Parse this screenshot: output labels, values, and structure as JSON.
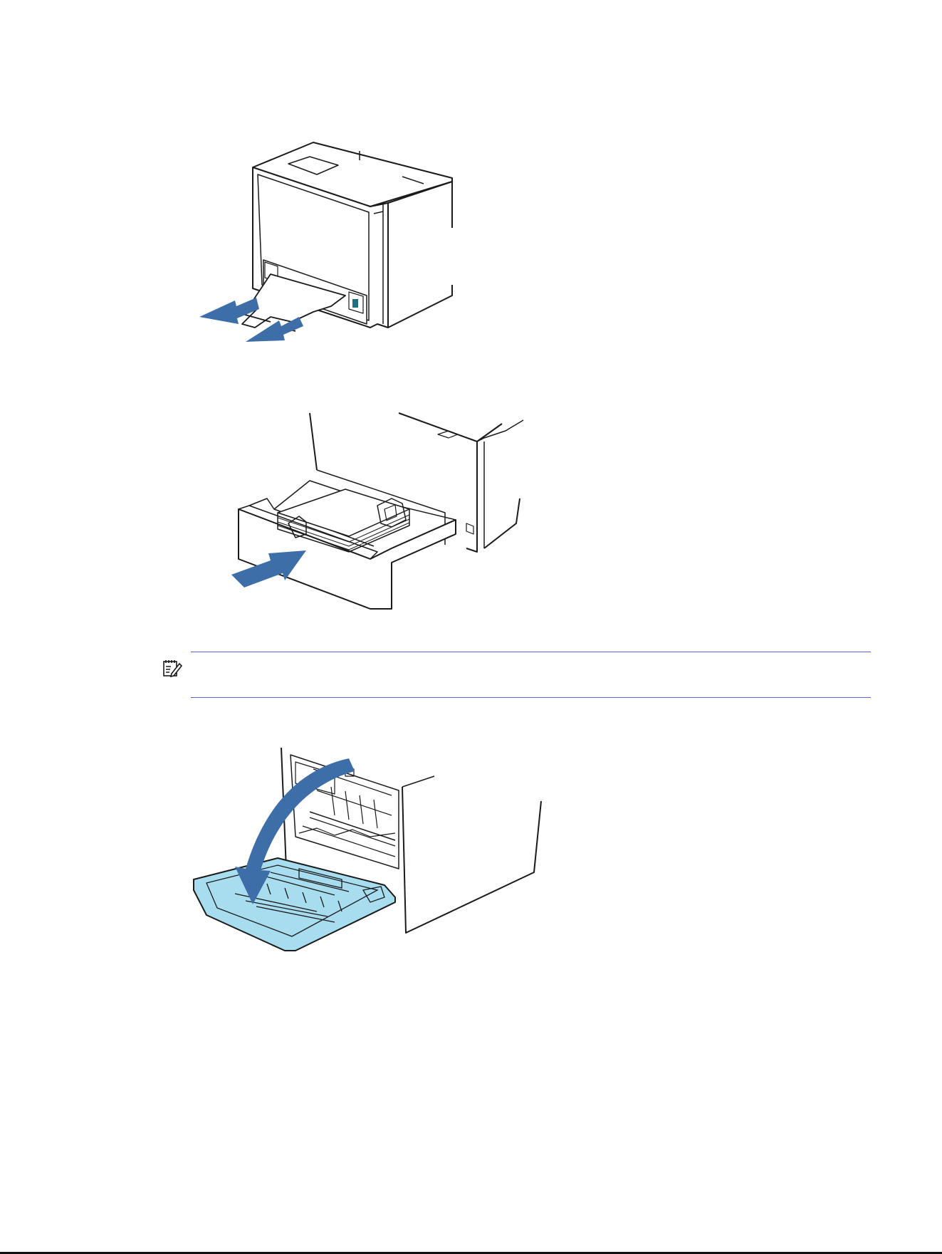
{
  "page": {
    "illustrations": [
      {
        "name": "remove-jammed-paper-illustration",
        "arrow_color": "#3d6ea8"
      },
      {
        "name": "reinsert-tray-illustration",
        "arrow_color": "#3d6ea8"
      },
      {
        "name": "open-rear-door-illustration",
        "arrow_color": "#3d6ea8",
        "highlight_color": "#a8dcef"
      }
    ],
    "note": {
      "icon": "note-icon",
      "rule_color": "#5b66d6"
    }
  }
}
